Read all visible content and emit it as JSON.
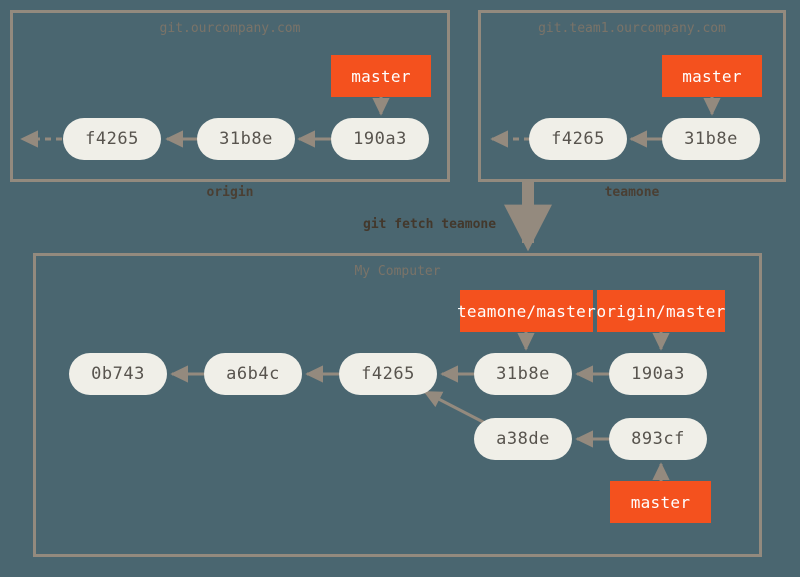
{
  "diagram": {
    "title": "git fetch teamone",
    "background_color": "#4a6670",
    "box_border_color": "#938a7e",
    "commit_color": "#f0efe8",
    "branch_color": "#f4511e",
    "arrow_color": "#948a7e",
    "command_label": "git fetch teamone"
  },
  "repos": [
    {
      "id": "origin",
      "title": "git.ourcompany.com",
      "caption": "origin",
      "commits": [
        {
          "sha": "f4265"
        },
        {
          "sha": "31b8e"
        },
        {
          "sha": "190a3"
        }
      ],
      "branches": [
        {
          "label": "master",
          "points_to": "190a3"
        }
      ]
    },
    {
      "id": "teamone",
      "title": "git.team1.ourcompany.com",
      "caption": "teamone",
      "commits": [
        {
          "sha": "f4265"
        },
        {
          "sha": "31b8e"
        }
      ],
      "branches": [
        {
          "label": "master",
          "points_to": "31b8e"
        }
      ]
    },
    {
      "id": "mycomputer",
      "title": "My Computer",
      "caption": "",
      "commits": [
        {
          "sha": "0b743"
        },
        {
          "sha": "a6b4c"
        },
        {
          "sha": "f4265"
        },
        {
          "sha": "31b8e"
        },
        {
          "sha": "190a3"
        },
        {
          "sha": "a38de"
        },
        {
          "sha": "893cf"
        }
      ],
      "branches": [
        {
          "label": "teamone/master",
          "points_to": "31b8e"
        },
        {
          "label": "origin/master",
          "points_to": "190a3"
        },
        {
          "label": "master",
          "points_to": "893cf"
        }
      ]
    }
  ]
}
